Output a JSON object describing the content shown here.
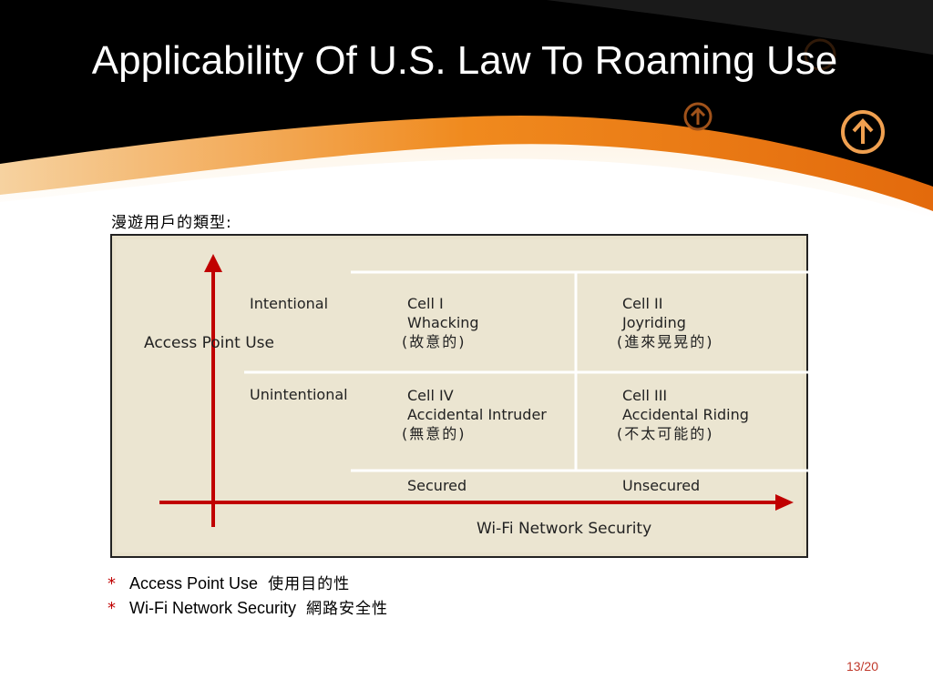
{
  "slide": {
    "title": "Applicability Of U.S. Law To Roaming Use",
    "intro": "漫遊用戶的類型:",
    "page_number": "13/20"
  },
  "matrix": {
    "y_axis_label": "Access Point Use",
    "x_axis_label": "Wi-Fi Network Security",
    "rows": [
      "Intentional",
      "Unintentional"
    ],
    "columns": [
      "Secured",
      "Unsecured"
    ],
    "cells": [
      {
        "id": "Cell I",
        "name": "Whacking",
        "zh": "(故意的)"
      },
      {
        "id": "Cell II",
        "name": "Joyriding",
        "zh": "(進來晃晃的)"
      },
      {
        "id": "Cell IV",
        "name": "Accidental Intruder",
        "zh": "(無意的)"
      },
      {
        "id": "Cell III",
        "name": "Accidental Riding",
        "zh": "(不太可能的)"
      }
    ]
  },
  "bullets": [
    {
      "marker": "*",
      "text": "Access Point Use",
      "zh": "使用目的性"
    },
    {
      "marker": "*",
      "text": "Wi-Fi Network Security",
      "zh": "網路安全性"
    }
  ],
  "colors": {
    "header_dark": "#000000",
    "header_orange": "#e07b1a",
    "axis_red": "#c00000",
    "figure_bg": "#ebe5d1",
    "bullet_marker": "#c00000"
  },
  "icons": [
    "up-arrow-circle-icon"
  ]
}
